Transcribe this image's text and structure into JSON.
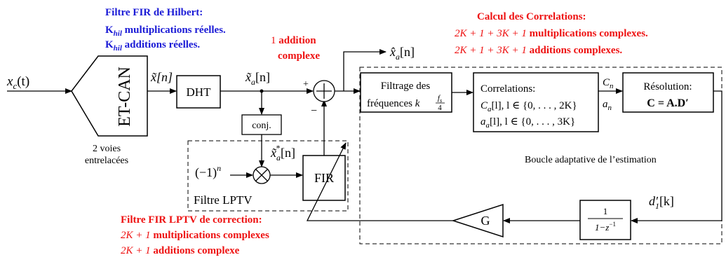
{
  "annotations": {
    "hilbert": {
      "line1": "Filtre FIR de Hilbert:",
      "line2_pre": "K",
      "line2_sub": "hil",
      "line2_post": " multiplications réelles.",
      "line3_pre": "K",
      "line3_sub": "hil",
      "line3_post": " additions réelles."
    },
    "addition": {
      "line1_num": "1 ",
      "line1_bold": "addition",
      "line2": "complexe"
    },
    "correlations": {
      "title": "Calcul des Correlations:",
      "line2_math": "2K + 1  +  3K + 1 ",
      "line2_text": "multiplications complexes.",
      "line3_math": "2K + 1  +  3K + 1 ",
      "line3_text": "additions complexes."
    },
    "lptv": {
      "title": "Filtre FIR LPTV de correction:",
      "line2_math": "2K + 1 ",
      "line2_text": "multiplications complexes",
      "line3_math": "2K + 1 ",
      "line3_text": "additions complexe"
    }
  },
  "signals": {
    "xc": "x",
    "xc_sub": "c",
    "xc_arg": "(t)",
    "xtilde": "x̃[n]",
    "xa_tilde": "x̃",
    "xa_tilde_sub": "a",
    "xa_tilde_arg": "[n]",
    "xa_hat": "x̂",
    "xa_hat_sub": "a",
    "xa_hat_arg": "[n]",
    "xa_conj": "x̃",
    "xa_conj_sup": "*",
    "xa_conj_sub": "a",
    "xa_conj_arg": "[n]",
    "minus_one": "(−1)",
    "minus_one_sup": "n",
    "cn": "C",
    "cn_sub": "n",
    "an": "a",
    "an_sub": "n",
    "d1": "d′",
    "d1_sub": "1",
    "d1_arg": "[k]",
    "plus": "+",
    "minus": "−"
  },
  "blocks": {
    "etcan": "ET-CAN",
    "etcan_caption1": "2 voies",
    "etcan_caption2": "entrelacées",
    "dht": "DHT",
    "conj": "conj.",
    "fir": "FIR",
    "lptv_label": "Filtre LPTV",
    "filtrage_line1": "Filtrage des",
    "filtrage_line2": "fréquences ",
    "filtrage_k": "k",
    "filtrage_fs": "f",
    "filtrage_fs_sub": "s",
    "filtrage_den": "4",
    "corr_title": "Correlations:",
    "corr_line2_pre": "C",
    "corr_line2_sub": "a",
    "corr_line2_post": "[l], l ∈ {0, . . . , 2K}",
    "corr_line3_pre": "a",
    "corr_line3_sub": "a",
    "corr_line3_post": "[l], l ∈ {0, . . . , 3K}",
    "resolution_title": "Résolution:",
    "resolution_eq": "C = A.D′",
    "integrator_num": "1",
    "integrator_den": "1−z",
    "integrator_den_sup": "−1",
    "gain": "G",
    "loop_label": "Boucle adaptative de l’estimation"
  },
  "colors": {
    "blue": "#1a1ad6",
    "red": "#ee1111",
    "stroke": "#000000"
  }
}
